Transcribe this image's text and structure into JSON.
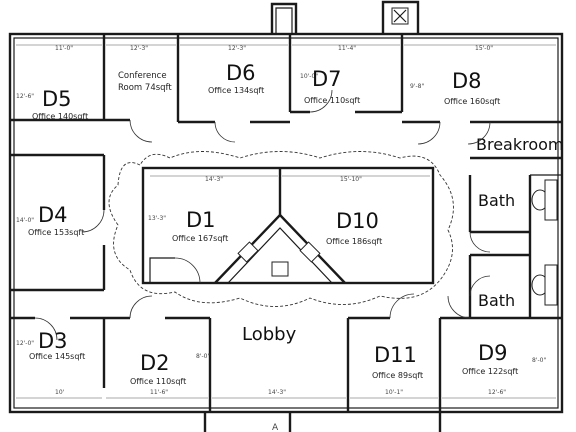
{
  "rooms": [
    {
      "id": "D5",
      "desc": "Office 140sqft"
    },
    {
      "id": "D6",
      "desc": "Office 134sqft"
    },
    {
      "id": "D7",
      "desc": "Office 110sqft"
    },
    {
      "id": "D8",
      "desc": "Office 160sqft"
    },
    {
      "id": "D4",
      "desc": "Office 153sqft"
    },
    {
      "id": "D1",
      "desc": "Office 167sqft"
    },
    {
      "id": "D10",
      "desc": "Office 186sqft"
    },
    {
      "id": "D3",
      "desc": "Office 145sqft"
    },
    {
      "id": "D2",
      "desc": "Office 110sqft"
    },
    {
      "id": "D11",
      "desc": "Office 89sqft"
    },
    {
      "id": "D9",
      "desc": "Office 122sqft"
    }
  ],
  "conference": {
    "line1": "Conference",
    "line2": "Room 74sqft"
  },
  "areas": {
    "lobby": "Lobby",
    "breakroom": "Breakroom",
    "bath1": "Bath",
    "bath2": "Bath"
  },
  "dimensions": {
    "d5_top": "11'-0\"",
    "conf_top": "12'-3\"",
    "d6_top": "12'-3\"",
    "d7_top": "11'-4\"",
    "d8_top": "15'-0\"",
    "d5_side": "12'-6\"",
    "d4_side": "14'-0\"",
    "d3_side": "12'-0\"",
    "d1_top": "14'-3\"",
    "d10_top": "15'-10\"",
    "d3_bottom": "10'",
    "d2_bottom": "11'-6\"",
    "lobby_bottom": "14'-3\"",
    "d11_bottom": "10'-1\"",
    "d9_bottom": "12'-6\"",
    "d7_side": "10'-0\"",
    "d8_side": "9'-8\"",
    "d2_side": "8'-0\"",
    "d9_side": "8'-0\"",
    "d1_side": "13'-3\""
  },
  "entry_marker": "A"
}
